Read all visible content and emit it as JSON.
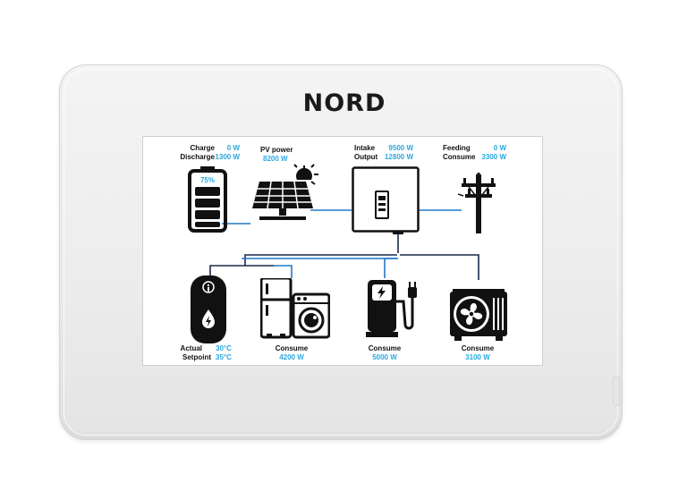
{
  "brand": {
    "name": "NORD"
  },
  "battery": {
    "icon": "battery-icon",
    "level_text": "75%",
    "charge_label": "Charge",
    "charge_value": "0 W",
    "discharge_label": "Discharge",
    "discharge_value": "1300 W"
  },
  "pv": {
    "icon": "solar-panel-icon",
    "label": "PV power",
    "value": "8200 W"
  },
  "inverter": {
    "icon": "inverter-icon",
    "intake_label": "Intake",
    "intake_value": "9500 W",
    "output_label": "Output",
    "output_value": "12800 W"
  },
  "grid": {
    "icon": "power-pole-icon",
    "feeding_label": "Feeding",
    "feeding_value": "0 W",
    "consume_label": "Consume",
    "consume_value": "3300 W"
  },
  "boiler": {
    "icon": "water-heater-icon",
    "actual_label": "Actual",
    "actual_value": "30°C",
    "setpoint_label": "Setpoint",
    "setpoint_value": "35°C"
  },
  "appliances": {
    "icon": "fridge-washer-icon",
    "label": "Consume",
    "value": "4200 W"
  },
  "ev_charger": {
    "icon": "ev-charger-icon",
    "label": "Consume",
    "value": "5000 W"
  },
  "heat_pump": {
    "icon": "heat-pump-icon",
    "label": "Consume",
    "value": "3100 W"
  },
  "colors": {
    "value": "#29a8e0",
    "wire": "#1f78c8",
    "wire_dark": "#1a2a4a",
    "icon": "#111111"
  }
}
